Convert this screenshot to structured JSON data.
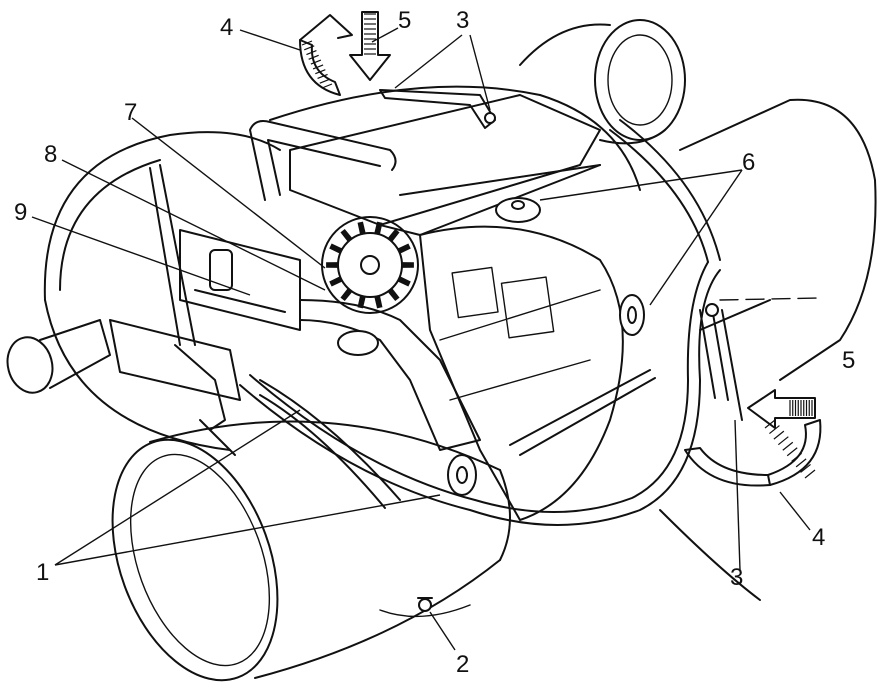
{
  "callouts": {
    "c1": "1",
    "c2": "2",
    "c3_top": "3",
    "c3_right": "3",
    "c4_top": "4",
    "c4_right": "4",
    "c5_top": "5",
    "c5_right": "5",
    "c6": "6",
    "c7": "7",
    "c8": "8",
    "c9": "9"
  },
  "colors": {
    "line": "#111111",
    "background": "#ffffff"
  }
}
